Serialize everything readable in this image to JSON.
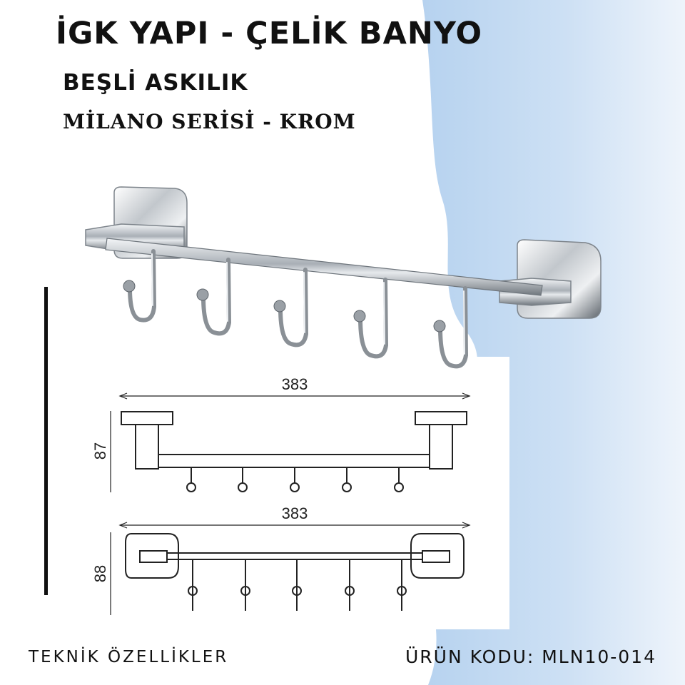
{
  "header": {
    "title": "İGK YAPI - ÇELİK BANYO",
    "subtitle": "BEŞLİ ASKILIK",
    "series": "MİLANO SERİSİ - KROM"
  },
  "drawing": {
    "front_width": "383",
    "front_height": "87",
    "top_width": "383",
    "top_height": "88"
  },
  "footer": {
    "left": "TEKNİK ÖZELLİKLER",
    "right": "ÜRÜN KODU: MLN10-014"
  },
  "colors": {
    "accent_blue": "#bcd6f0",
    "chrome": "#c9cdd2"
  }
}
